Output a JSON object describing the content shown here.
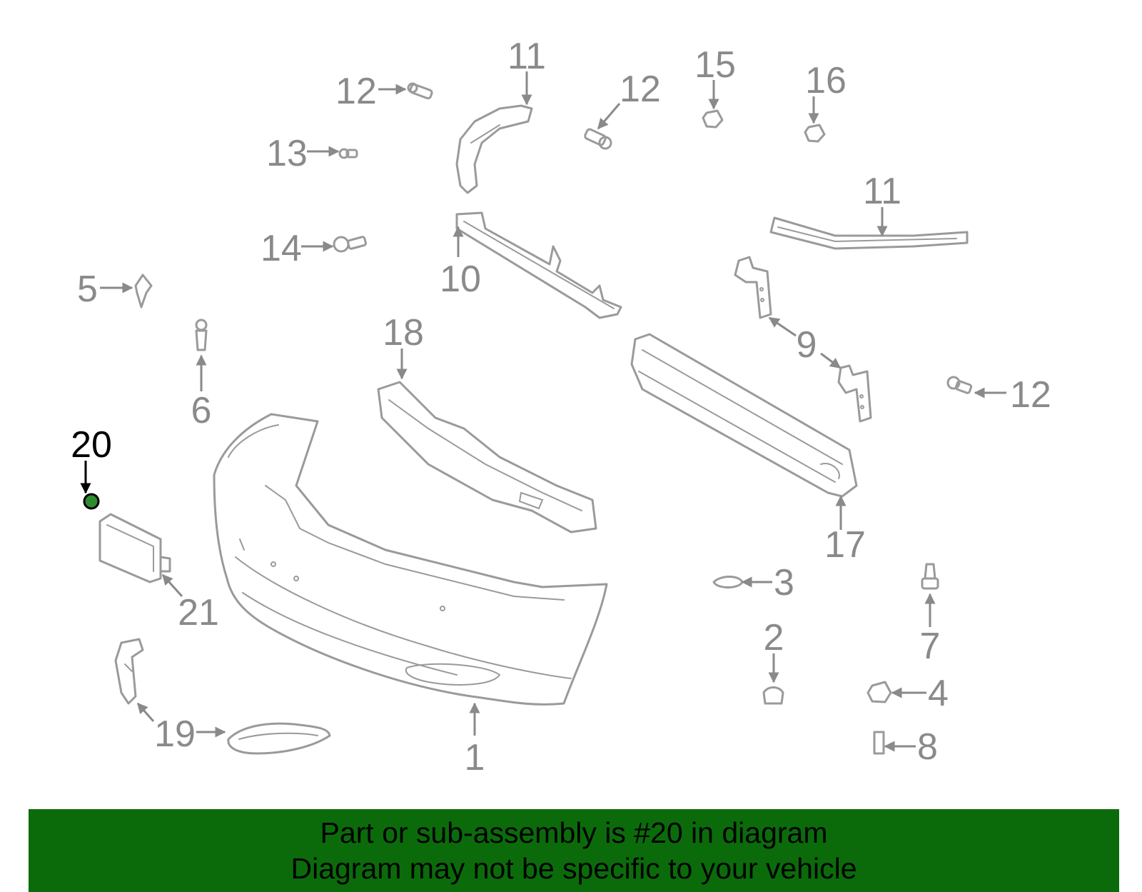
{
  "colors": {
    "part_stroke": "#9a9a9a",
    "label_text": "#8a8a8a",
    "highlight_label": "#000000",
    "highlight_part": "#2e8b2e",
    "banner_bg": "#0b6b0b"
  },
  "highlighted_part": "20",
  "callouts": [
    {
      "id": "1",
      "label": "1"
    },
    {
      "id": "2",
      "label": "2"
    },
    {
      "id": "3",
      "label": "3"
    },
    {
      "id": "4",
      "label": "4"
    },
    {
      "id": "5",
      "label": "5"
    },
    {
      "id": "6",
      "label": "6"
    },
    {
      "id": "7",
      "label": "7"
    },
    {
      "id": "8",
      "label": "8"
    },
    {
      "id": "9",
      "label": "9"
    },
    {
      "id": "10",
      "label": "10"
    },
    {
      "id": "11a",
      "label": "11"
    },
    {
      "id": "11b",
      "label": "11"
    },
    {
      "id": "12a",
      "label": "12"
    },
    {
      "id": "12b",
      "label": "12"
    },
    {
      "id": "12c",
      "label": "12"
    },
    {
      "id": "13",
      "label": "13"
    },
    {
      "id": "14",
      "label": "14"
    },
    {
      "id": "15",
      "label": "15"
    },
    {
      "id": "16",
      "label": "16"
    },
    {
      "id": "17",
      "label": "17"
    },
    {
      "id": "18",
      "label": "18"
    },
    {
      "id": "19",
      "label": "19"
    },
    {
      "id": "20",
      "label": "20"
    },
    {
      "id": "21",
      "label": "21"
    }
  ],
  "banner": {
    "line1": "Part or sub-assembly is #20 in diagram",
    "line2": "Diagram may not be specific to your vehicle"
  }
}
